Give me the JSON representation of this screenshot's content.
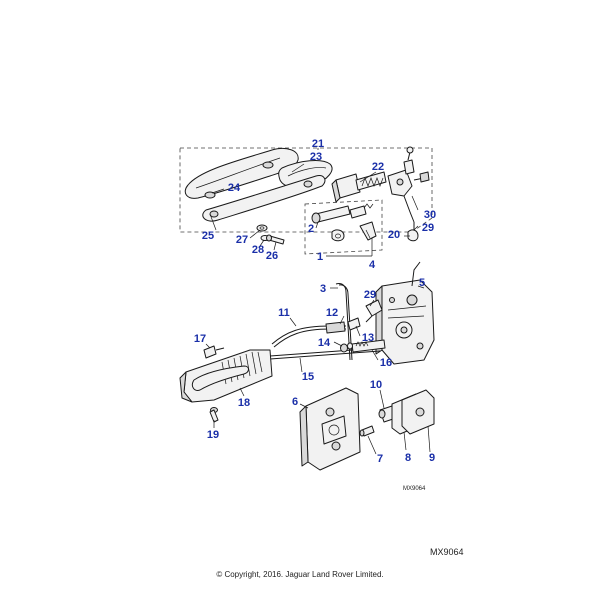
{
  "diagram": {
    "small_reference": "MX9064",
    "reference": "MX9064",
    "copyright": "© Copyright, 2016. Jaguar Land Rover Limited.",
    "callouts": [
      {
        "id": "21",
        "label": "21"
      },
      {
        "id": "23",
        "label": "23"
      },
      {
        "id": "24",
        "label": "24"
      },
      {
        "id": "22",
        "label": "22"
      },
      {
        "id": "30",
        "label": "30"
      },
      {
        "id": "29a",
        "label": "29"
      },
      {
        "id": "20",
        "label": "20"
      },
      {
        "id": "25",
        "label": "25"
      },
      {
        "id": "27",
        "label": "27"
      },
      {
        "id": "28",
        "label": "28"
      },
      {
        "id": "26",
        "label": "26"
      },
      {
        "id": "2",
        "label": "2"
      },
      {
        "id": "1",
        "label": "1"
      },
      {
        "id": "4",
        "label": "4"
      },
      {
        "id": "3",
        "label": "3"
      },
      {
        "id": "5",
        "label": "5"
      },
      {
        "id": "29b",
        "label": "29"
      },
      {
        "id": "11",
        "label": "11"
      },
      {
        "id": "12",
        "label": "12"
      },
      {
        "id": "13",
        "label": "13"
      },
      {
        "id": "17",
        "label": "17"
      },
      {
        "id": "14",
        "label": "14"
      },
      {
        "id": "16",
        "label": "16"
      },
      {
        "id": "15",
        "label": "15"
      },
      {
        "id": "18",
        "label": "18"
      },
      {
        "id": "10",
        "label": "10"
      },
      {
        "id": "6",
        "label": "6"
      },
      {
        "id": "19",
        "label": "19"
      },
      {
        "id": "7",
        "label": "7"
      },
      {
        "id": "8",
        "label": "8"
      },
      {
        "id": "9",
        "label": "9"
      }
    ]
  }
}
